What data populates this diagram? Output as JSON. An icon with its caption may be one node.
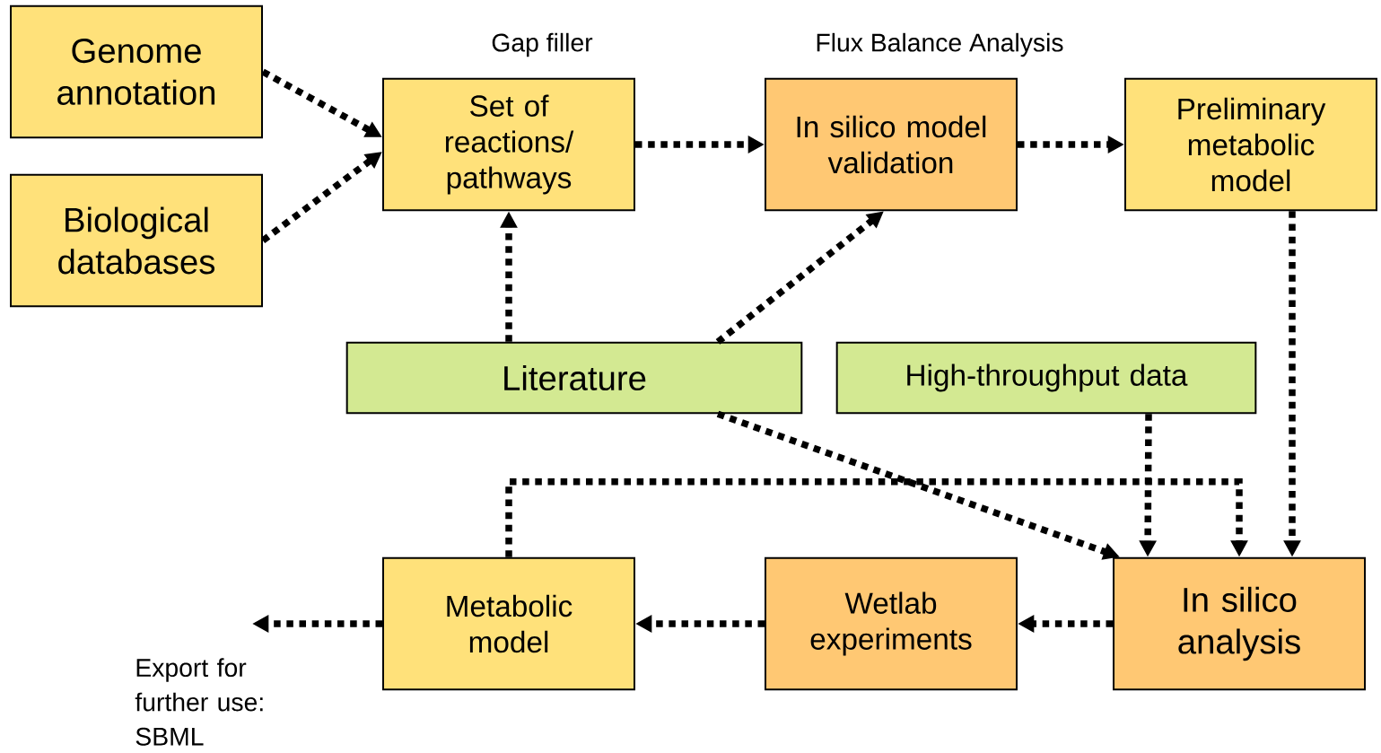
{
  "diagram": {
    "nodes": [
      {
        "text": [
          "Genome annotation"
        ]
      },
      {
        "text": [
          "Biological databases"
        ]
      },
      {
        "text": [
          "Set of reactions/ pathways"
        ],
        "beside": [
          "Gap filler"
        ]
      },
      {
        "text": [
          "In silico model validation"
        ],
        "beside": [
          "Flux Balance Analysis"
        ]
      },
      {
        "text": [
          "Preliminary metabolic model"
        ]
      },
      {
        "text": [
          "Literature"
        ]
      },
      {
        "text": [
          "High-throughput data"
        ]
      },
      {
        "text": [
          "Metabolic model"
        ]
      },
      {
        "text": [
          "Wetlab experiments"
        ]
      },
      {
        "text": [
          "In silico analysis"
        ]
      }
    ],
    "edges": [
      {
        "from": 0,
        "to": 2,
        "arrow": "to"
      },
      {
        "from": 1,
        "to": 2,
        "arrow": "to"
      },
      {
        "from": 2,
        "to": 3,
        "arrow": "to"
      },
      {
        "from": 3,
        "to": 4,
        "arrow": "to"
      },
      {
        "from": 5,
        "to": 2,
        "arrow": "to"
      },
      {
        "from": 5,
        "to": 3,
        "arrow": "to"
      },
      {
        "from": 5,
        "to": 9,
        "arrow": "to"
      },
      {
        "from": 6,
        "to": 9,
        "arrow": "to"
      },
      {
        "from": 7,
        "to": 9,
        "arrow": "to"
      },
      {
        "from": 4,
        "to": 9,
        "arrow": "to"
      },
      {
        "from": 9,
        "to": 8,
        "arrow": "to"
      },
      {
        "from": 8,
        "to": 7,
        "arrow": "to"
      },
      {
        "from": 7,
        "to": null,
        "arrow": "to"
      }
    ],
    "labels": [
      "Export for further use: SBML"
    ]
  }
}
